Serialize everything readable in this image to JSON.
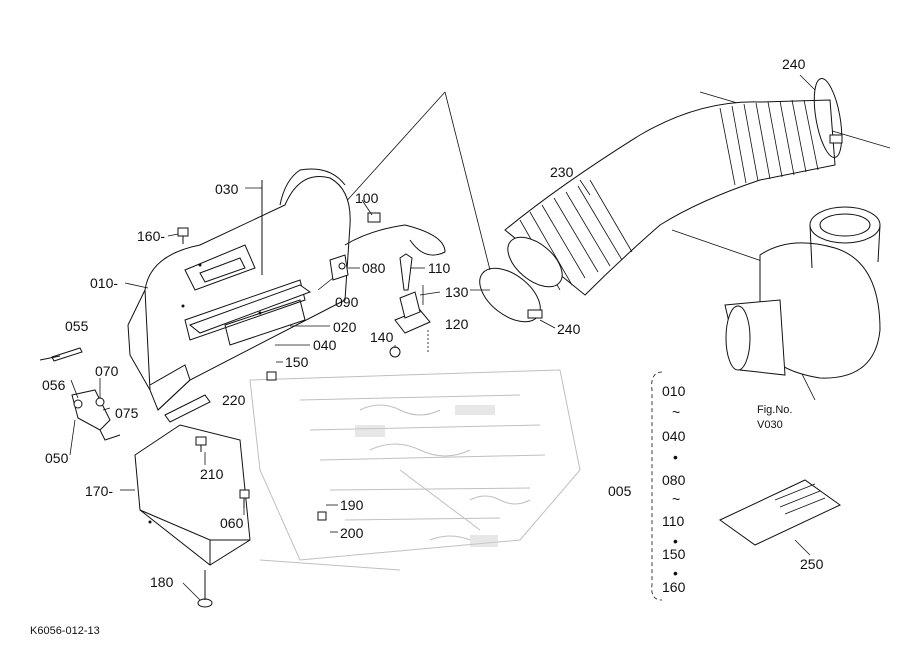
{
  "callouts": {
    "c030": "030",
    "c160": "160-",
    "c010": "010-",
    "c055": "055",
    "c056": "056",
    "c070": "070",
    "c075": "075",
    "c050": "050",
    "c100": "100",
    "c080": "080",
    "c110": "110",
    "c090": "090",
    "c020": "020",
    "c040": "040",
    "c130": "130",
    "c120": "120",
    "c140": "140",
    "c150": "150",
    "c220": "220",
    "c210": "210",
    "c170": "170-",
    "c060": "060",
    "c190": "190",
    "c200": "200",
    "c180": "180",
    "c230": "230",
    "c240a": "240",
    "c240b": "240",
    "c250": "250",
    "c005": "005"
  },
  "kit_list": {
    "items": [
      "010",
      "~",
      "040",
      "•",
      "080",
      "~",
      "110",
      "•",
      "150",
      "•",
      "160"
    ]
  },
  "fig_ref": {
    "line1": "Fig.No.",
    "line2": "V030"
  },
  "drawing_id": "K6056-012-13"
}
